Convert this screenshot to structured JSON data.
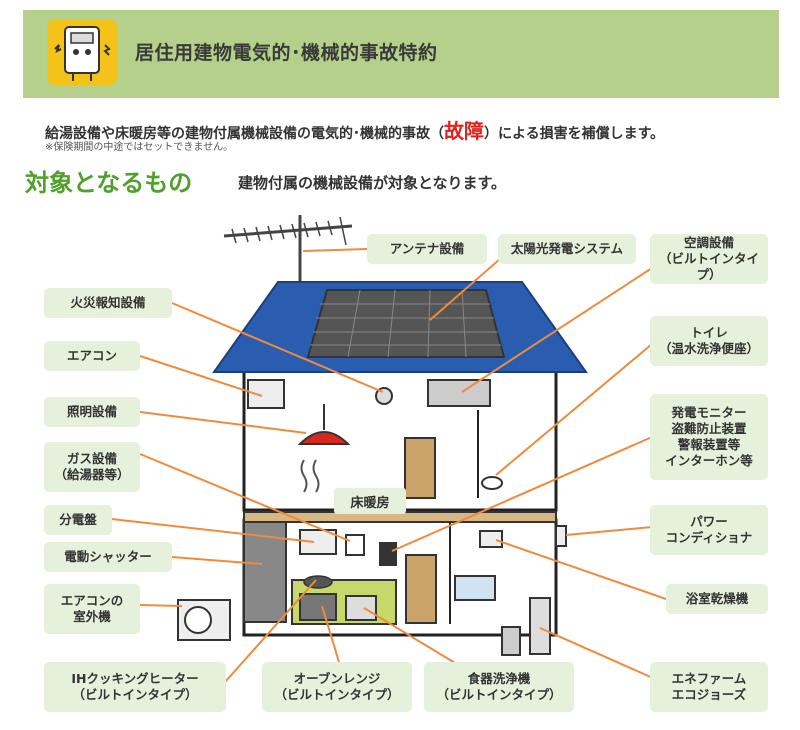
{
  "header": {
    "title": "居住用建物電気的･機械的事故特約"
  },
  "lead": {
    "before": "給湯設備や床暖房等の建物付属機械設備の電気的･機械的事故（",
    "highlight": "故障",
    "after": "）による損害を補償します。"
  },
  "note": "※保険期間の中途ではセットできません。",
  "section": {
    "heading": "対象となるもの",
    "subheading": "建物付属の機械設備が対象となります。"
  },
  "floor_heating_label": "床暖房",
  "labels": {
    "antenna": "アンテナ設備",
    "solar": "太陽光発電システム",
    "aircon_builtin": "空調設備\n（ビルトインタイプ）",
    "fire_alarm": "火災報知設備",
    "toilet": "トイレ\n（温水洗浄便座）",
    "aircon": "エアコン",
    "lighting": "照明設備",
    "monitor": "発電モニター\n盗難防止装置\n警報装置等\nインターホン等",
    "gas": "ガス設備\n（給湯器等）",
    "breaker": "分電盤",
    "power_conditioner": "パワー\nコンディショナ",
    "shutter": "電動シャッター",
    "outdoor_unit": "エアコンの\n室外機",
    "bath_dryer": "浴室乾燥機",
    "ih_cooker": "IHクッキングヒーター\n（ビルトインタイプ）",
    "oven": "オーブンレンジ\n（ビルトインタイプ）",
    "dishwasher": "食器洗浄機\n（ビルトインタイプ）",
    "enefarm": "エネファーム\nエコジョーズ"
  },
  "colors": {
    "banner": "#b5d08a",
    "icon_bg": "#f3c31a",
    "heading_green": "#4fa12c",
    "highlight_red": "#e0231a",
    "label_bg": "#e6f1dc",
    "leader": "#f08a3c",
    "roof": "#2a5db0"
  }
}
